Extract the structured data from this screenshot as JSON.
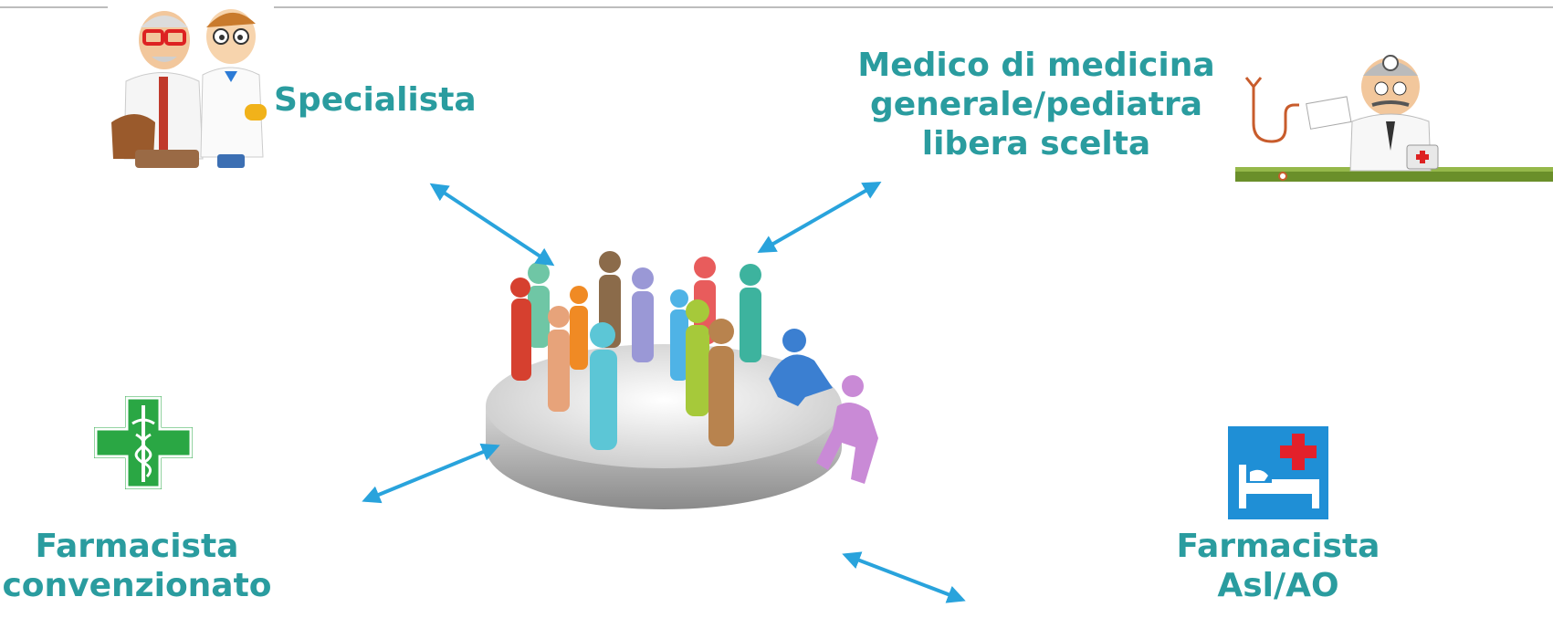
{
  "labels": {
    "specialista": "Specialista",
    "medico_line1": "Medico di medicina",
    "medico_line2": "generale/pediatra",
    "medico_line3": "libera scelta",
    "farm_conv_line1": "Farmacista",
    "farm_conv_line2": "convenzionato",
    "farm_asl_line1": "Farmacista",
    "farm_asl_line2": "Asl/AO"
  },
  "colors": {
    "label_text": "#2a9c9f",
    "arrow": "#29a3dc",
    "pharmacy_green": "#2aa744",
    "hospital_blue": "#1f8fd6",
    "hospital_cross": "#e3202a"
  }
}
